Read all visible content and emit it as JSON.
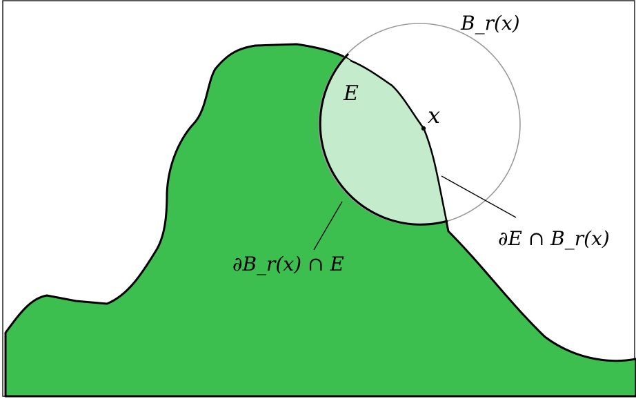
{
  "labels": {
    "region": "E",
    "ball": "B_r(x)",
    "point": "x",
    "ball_boundary_in_region": "∂B_r(x) ∩ E",
    "region_boundary_in_ball": "∂E ∩ B_r(x)"
  },
  "colors": {
    "region_fill": "#3cbf4f",
    "intersection_fill": "#c4ebcb",
    "outline": "#000000",
    "circle_stroke": "#9a9a9a",
    "background": "#ffffff"
  }
}
